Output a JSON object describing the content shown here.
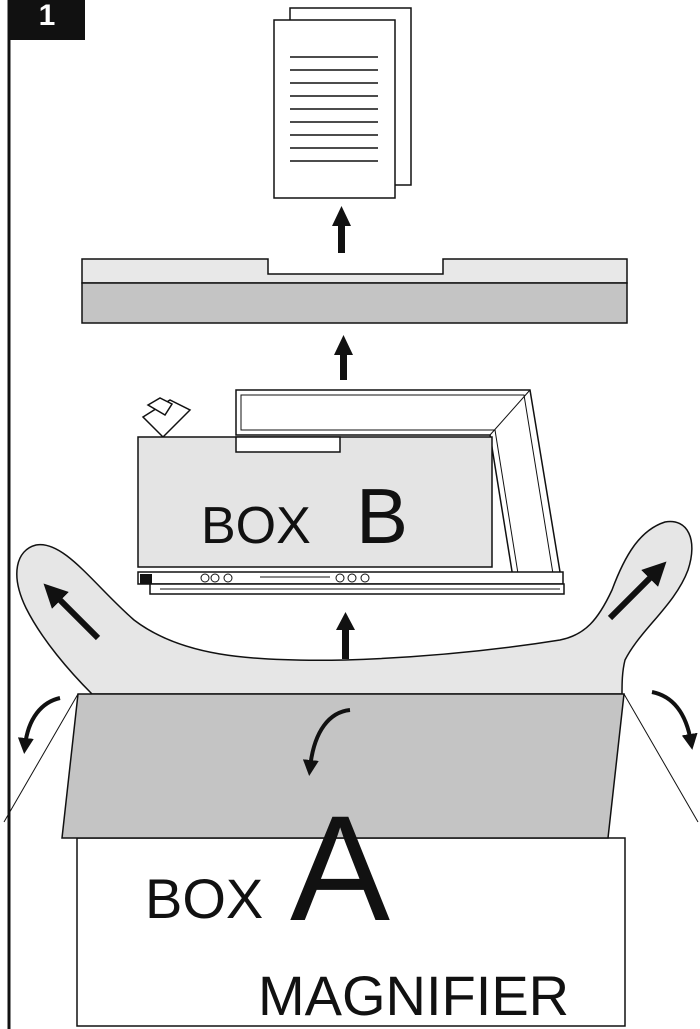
{
  "step_badge": {
    "number": "1"
  },
  "box_b": {
    "word": "BOX",
    "letter": "B"
  },
  "box_a": {
    "word": "BOX",
    "letter": "A",
    "product": "MAGNIFIER"
  },
  "colors": {
    "ink": "#111111",
    "light_gray": "#e8e8e8",
    "mid_gray": "#c4c4c4",
    "bag_gray": "#e6e6e6",
    "paper": "#ffffff"
  },
  "icons": [
    "document-stack-icon",
    "arrow-up-icon",
    "curved-arrow-icon",
    "arrow-diagonal-icon"
  ]
}
